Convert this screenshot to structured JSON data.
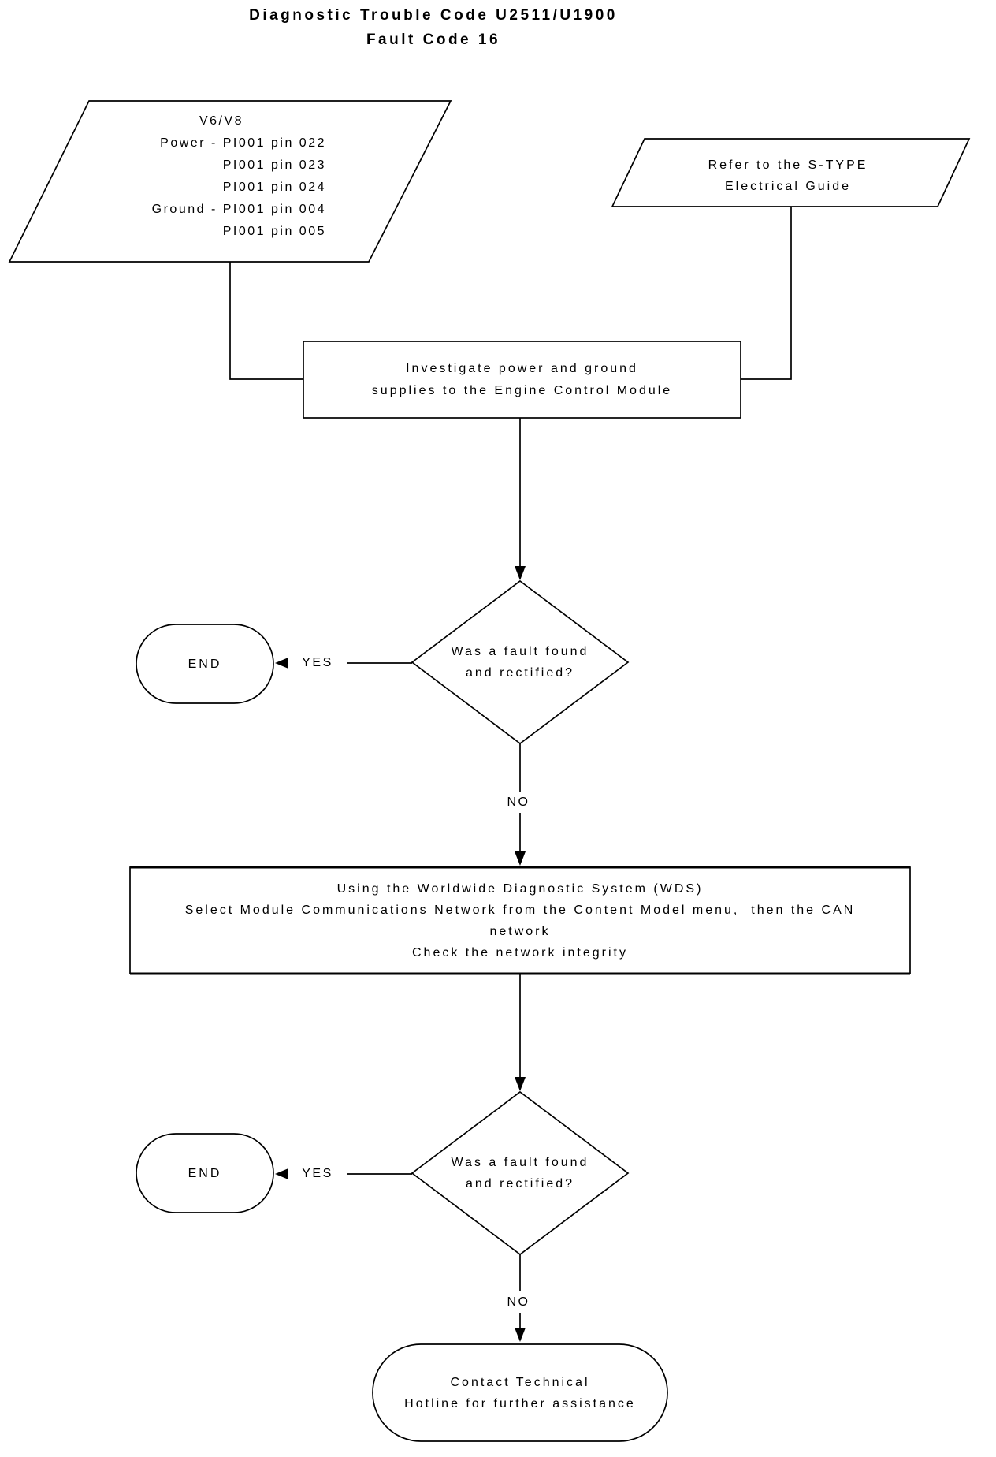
{
  "title": {
    "line1": "Diagnostic Trouble Code U2511/U1900",
    "line2": "Fault Code 16"
  },
  "nodes": {
    "pin_info": {
      "type": "parallelogram-input",
      "lines": [
        "V6/V8",
        "Power - PI001 pin 022",
        "PI001 pin 023",
        "PI001 pin 024",
        "Ground - PI001 pin 004",
        "PI001 pin 005"
      ]
    },
    "electrical_guide": {
      "type": "parallelogram-input",
      "lines": [
        "Refer to the S-TYPE",
        "Electrical Guide"
      ]
    },
    "investigate": {
      "type": "process",
      "lines": [
        "Investigate power and ground",
        "supplies to the Engine Control Module"
      ]
    },
    "decision_fault_1": {
      "type": "decision",
      "lines": [
        "Was a fault found",
        "and rectified?"
      ]
    },
    "end_1": {
      "type": "terminator",
      "label": "END"
    },
    "wds": {
      "type": "process",
      "lines": [
        "Using the Worldwide Diagnostic System (WDS)",
        "Select Module Communications Network from the Content Model menu,  then the CAN",
        "network",
        "Check the network integrity"
      ]
    },
    "decision_fault_2": {
      "type": "decision",
      "lines": [
        "Was a fault found",
        "and rectified?"
      ]
    },
    "end_2": {
      "type": "terminator",
      "label": "END"
    },
    "contact_hotline": {
      "type": "terminator",
      "lines": [
        "Contact Technical",
        "Hotline for further assistance"
      ]
    }
  },
  "edge_labels": {
    "yes_1": "YES",
    "no_1": "NO",
    "yes_2": "YES",
    "no_2": "NO"
  },
  "colors": {
    "line": "#000000",
    "text": "#000000",
    "background": "#ffffff"
  }
}
